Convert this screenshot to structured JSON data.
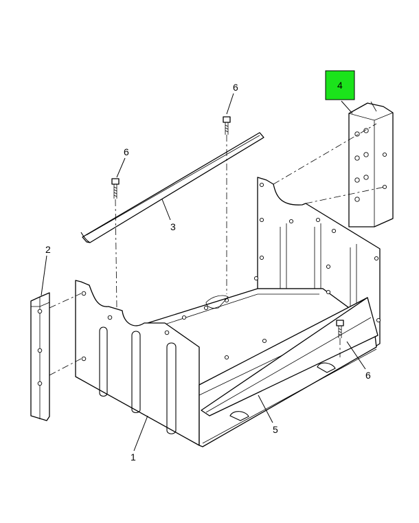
{
  "diagram": {
    "highlight_color": "#1be31b",
    "callouts": {
      "c1": "1",
      "c2": "2",
      "c3": "3",
      "c4": "4",
      "c5": "5",
      "c6a": "6",
      "c6b": "6",
      "c6c": "6"
    }
  }
}
